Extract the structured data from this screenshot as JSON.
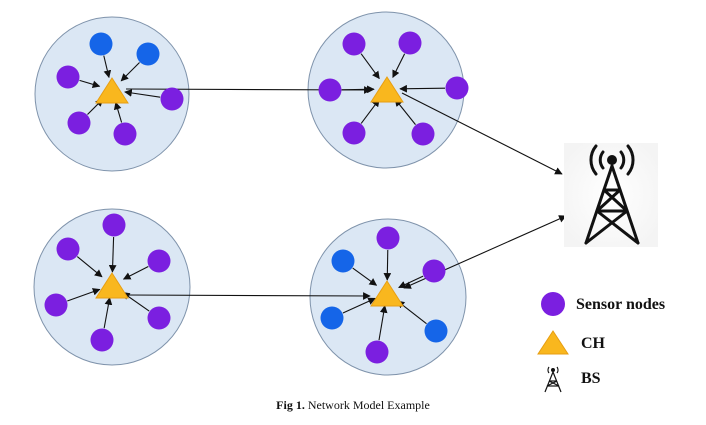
{
  "legend": {
    "sensor_label": "Sensor nodes",
    "ch_label": "CH",
    "bs_label": "BS"
  },
  "caption": {
    "prefix": "Fig 1.",
    "text": " Network Model Example"
  },
  "colors": {
    "cluster_fill": "#dbe7f4",
    "cluster_stroke": "#7f93ab",
    "purple_node": "#7b1fe0",
    "blue_node": "#1565e8",
    "cluster_head": "#f9b71e",
    "arrow": "#111111"
  },
  "icons": {
    "base_station": "radio-tower-icon"
  }
}
